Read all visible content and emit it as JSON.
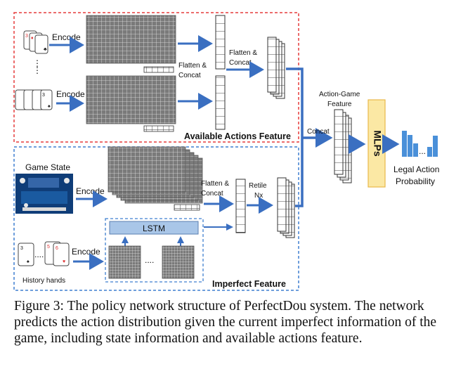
{
  "labels": {
    "encode": "Encode",
    "flatten_concat": [
      "Flatten &",
      "Concat"
    ],
    "available_actions_feature": "Available Actions Feature",
    "action_game_feature": [
      "Action-Game",
      "Feature"
    ],
    "concat": "Concat",
    "mlps": "MLPs",
    "legal_action_probability": [
      "Legal Action",
      "Probability"
    ],
    "game_state": "Game State",
    "retile": [
      "Retile",
      "Nx"
    ],
    "lstm": "LSTM",
    "history_hands": "History hands",
    "imperfect_feature": "Imperfect Feature",
    "ellipsis": "...."
  },
  "caption": "Figure 3: The policy network structure of PerfectDou system. The network predicts the action distribution given the current imperfect information of the game, including state information and available actions feature.",
  "colors": {
    "red_box": "#e53b3b",
    "blue_box": "#3f7fd0",
    "arrow": "#3a6fc1",
    "mlp_fill": "#fbe8a4",
    "mlp_border": "#e8b84a",
    "lstm_fill": "#a9c6e8",
    "bar": "#4a90d9",
    "matrix_fill": "#6f6f6f"
  },
  "icons": [
    "playing-card-icon",
    "game-table-icon"
  ]
}
